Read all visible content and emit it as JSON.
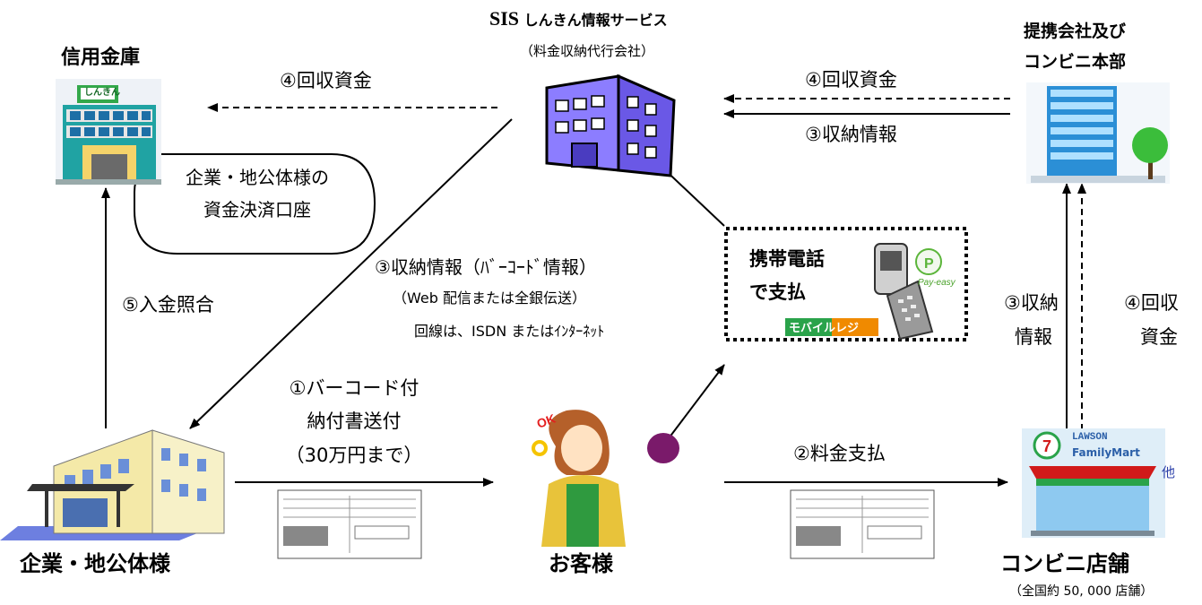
{
  "nodes": {
    "shinkin_bank": {
      "label": "信用金庫",
      "sign": "しんきん"
    },
    "account_bubble": {
      "line1": "企業・地公体様の",
      "line2": "資金決済口座"
    },
    "sis": {
      "title_sis": "SIS",
      "title_rest": "しんきん情報サービス",
      "subtitle": "（料金収納代行会社）"
    },
    "partner": {
      "line1": "提携会社及び",
      "line2": "コンビニ本部"
    },
    "company": {
      "label": "企業・地公体様"
    },
    "customer": {
      "label": "お客様",
      "ok_mark": "OK"
    },
    "store": {
      "label": "コンビニ店舗",
      "sub": "（全国約 50, 000 店舗）",
      "sign1": "LAWSON",
      "sign2": "FamilyMart",
      "other": "他"
    },
    "mobile": {
      "line1": "携帯電話",
      "line2": "で支払",
      "payeasy": "Pay-easy",
      "mobile_regi": "モバイルレジ"
    }
  },
  "arrows": {
    "sis_to_bank": "④回収資金",
    "partner_to_sis_funds": "④回収資金",
    "partner_to_sis_info": "③収納情報",
    "sis_to_company": {
      "line1": "③収納情報（ﾊﾞｰｺｰﾄﾞ情報）",
      "line2": "（Web 配信または全銀伝送）",
      "line3": "回線は、ISDN またはｲﾝﾀｰﾈｯﾄ"
    },
    "company_to_bank": "⑤入金照合",
    "company_to_customer": {
      "line1": "①バーコード付",
      "line2": "納付書送付",
      "line3": "（30万円まで）"
    },
    "customer_to_store": "②料金支払",
    "store_to_partner_info": {
      "line1": "③収納",
      "line2": "情報"
    },
    "store_to_partner_funds": {
      "line1": "④回収",
      "line2": "資金"
    }
  },
  "colors": {
    "arrow": "#000000",
    "building_blue": "#2b7fc4",
    "sis_purple": "#8a78ff",
    "mobile_border": "#000000",
    "store_red": "#d11a1a",
    "store_green": "#2aa34a"
  }
}
